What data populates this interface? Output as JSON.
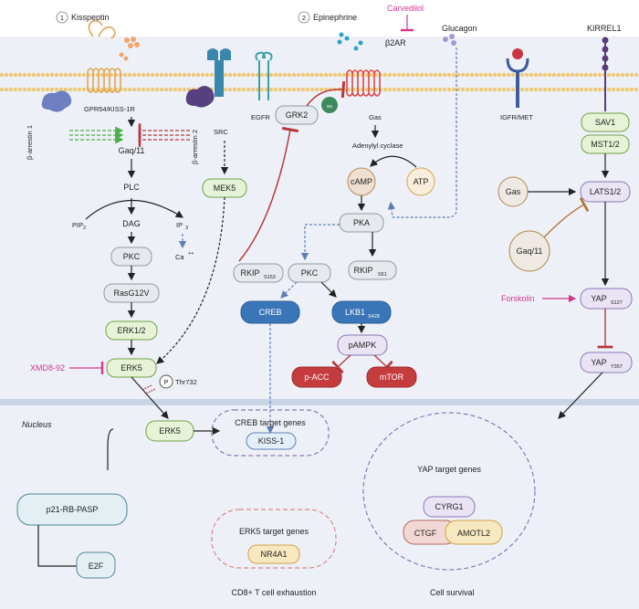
{
  "colors": {
    "background_panel": "#edf1f7",
    "membrane_head": "#eec876",
    "nucleus_line": "#bfcde0",
    "green_fill": "#e6f3d6",
    "green_stroke": "#6fa04a",
    "grey_fill": "#e6eaef",
    "grey_stroke": "#8e99a6",
    "blue_fill": "#3a75b8",
    "blue_stroke": "#2e5e95",
    "red_fill": "#c53c3f",
    "red_stroke": "#9e2a2c",
    "lavender_fill": "#e9e3f3",
    "lavender_stroke": "#8a76b5",
    "tan_fill": "#eedfd0",
    "tan_stroke": "#b88a5a",
    "teal_fill": "#e3eff2",
    "teal_stroke": "#4e8596",
    "drug_pink": "#d2378c",
    "inhibit_red": "#b7393b",
    "dashed_blue": "#5e7fb1",
    "dashed_green": "#4eae4a"
  },
  "sections": {
    "kisspeptin": {
      "number": "1",
      "title": "Kisspeptin"
    },
    "epinephrine": {
      "number": "2",
      "title": "Epinephrine"
    }
  },
  "labels": {
    "carvedilol": "Carvedilol",
    "glucagon": "Glucagon",
    "b2ar": "β2AR",
    "kirrel1": "KIRREL1",
    "igfr_met": "IGFR/MET",
    "egfr": "EGFR",
    "gpr54": "GPR54/KISS-1R",
    "b_arrestin_1": "β-arrestin 1",
    "b_arrestin_2": "β-arrestin 2",
    "gaq11": "Gaq/11",
    "plc": "PLC",
    "pip2": "PIP",
    "pip2_sub": "2",
    "dag": "DAG",
    "ip3": "IP",
    "ip3_sub": "3",
    "ca": "Ca",
    "ca_sup": "++",
    "src": "SRC",
    "gas_label": "Gas",
    "alpha_s": "αs",
    "adenylyl_cyclase": "Adenylyl cyclase",
    "xmd8_92": "XMD8-92",
    "forskolin": "Forskolin",
    "p_circle": "P",
    "thr732": "Thr732",
    "nucleus": "Nucleus",
    "creb_target_genes": "CREB target genes",
    "erk5_target_genes": "ERK5 target genes",
    "yap_target_genes": "YAP target genes",
    "cd8_exhaustion": "CD8+ T cell exhaustion",
    "cell_survival": "Cell survival"
  },
  "nodes": {
    "mek5": "MEK5",
    "grk2": "GRK2",
    "camp": "cAMP",
    "atp": "ATP",
    "pka": "PKA",
    "pkc_left": "PKC",
    "rasg12v": "RasG12V",
    "erk12": "ERK1/2",
    "erk5": "ERK5",
    "erk5_nuc": "ERK5",
    "rkip_s153": "RKIP",
    "rkip_s153_sub": "S153",
    "rkip_s51": "RKIP",
    "rkip_s51_sub": "S51",
    "pkc_mid": "PKC",
    "creb": "CREB",
    "lkb1": "LKB1",
    "lkb1_sub": "S428",
    "pampk": "pAMPK",
    "p_acc": "p-ACC",
    "mtor": "mTOR",
    "sav1": "SAV1",
    "mst12": "MST1/2",
    "lats12": "LATS1/2",
    "gas_circle": "Gas",
    "gaq11_circle": "Gaq/11",
    "yap_s127": "YAP",
    "yap_s127_sub": "S127",
    "yap_y357": "YAP",
    "yap_y357_sub": "Y357",
    "kiss1": "KISS-1",
    "nr4a1": "NR4A1",
    "cyrg1": "CYRG1",
    "ctgf": "CTGF",
    "amotl2": "AMOTL2",
    "p21": "p21-RB-PASP",
    "e2f": "E2F"
  }
}
